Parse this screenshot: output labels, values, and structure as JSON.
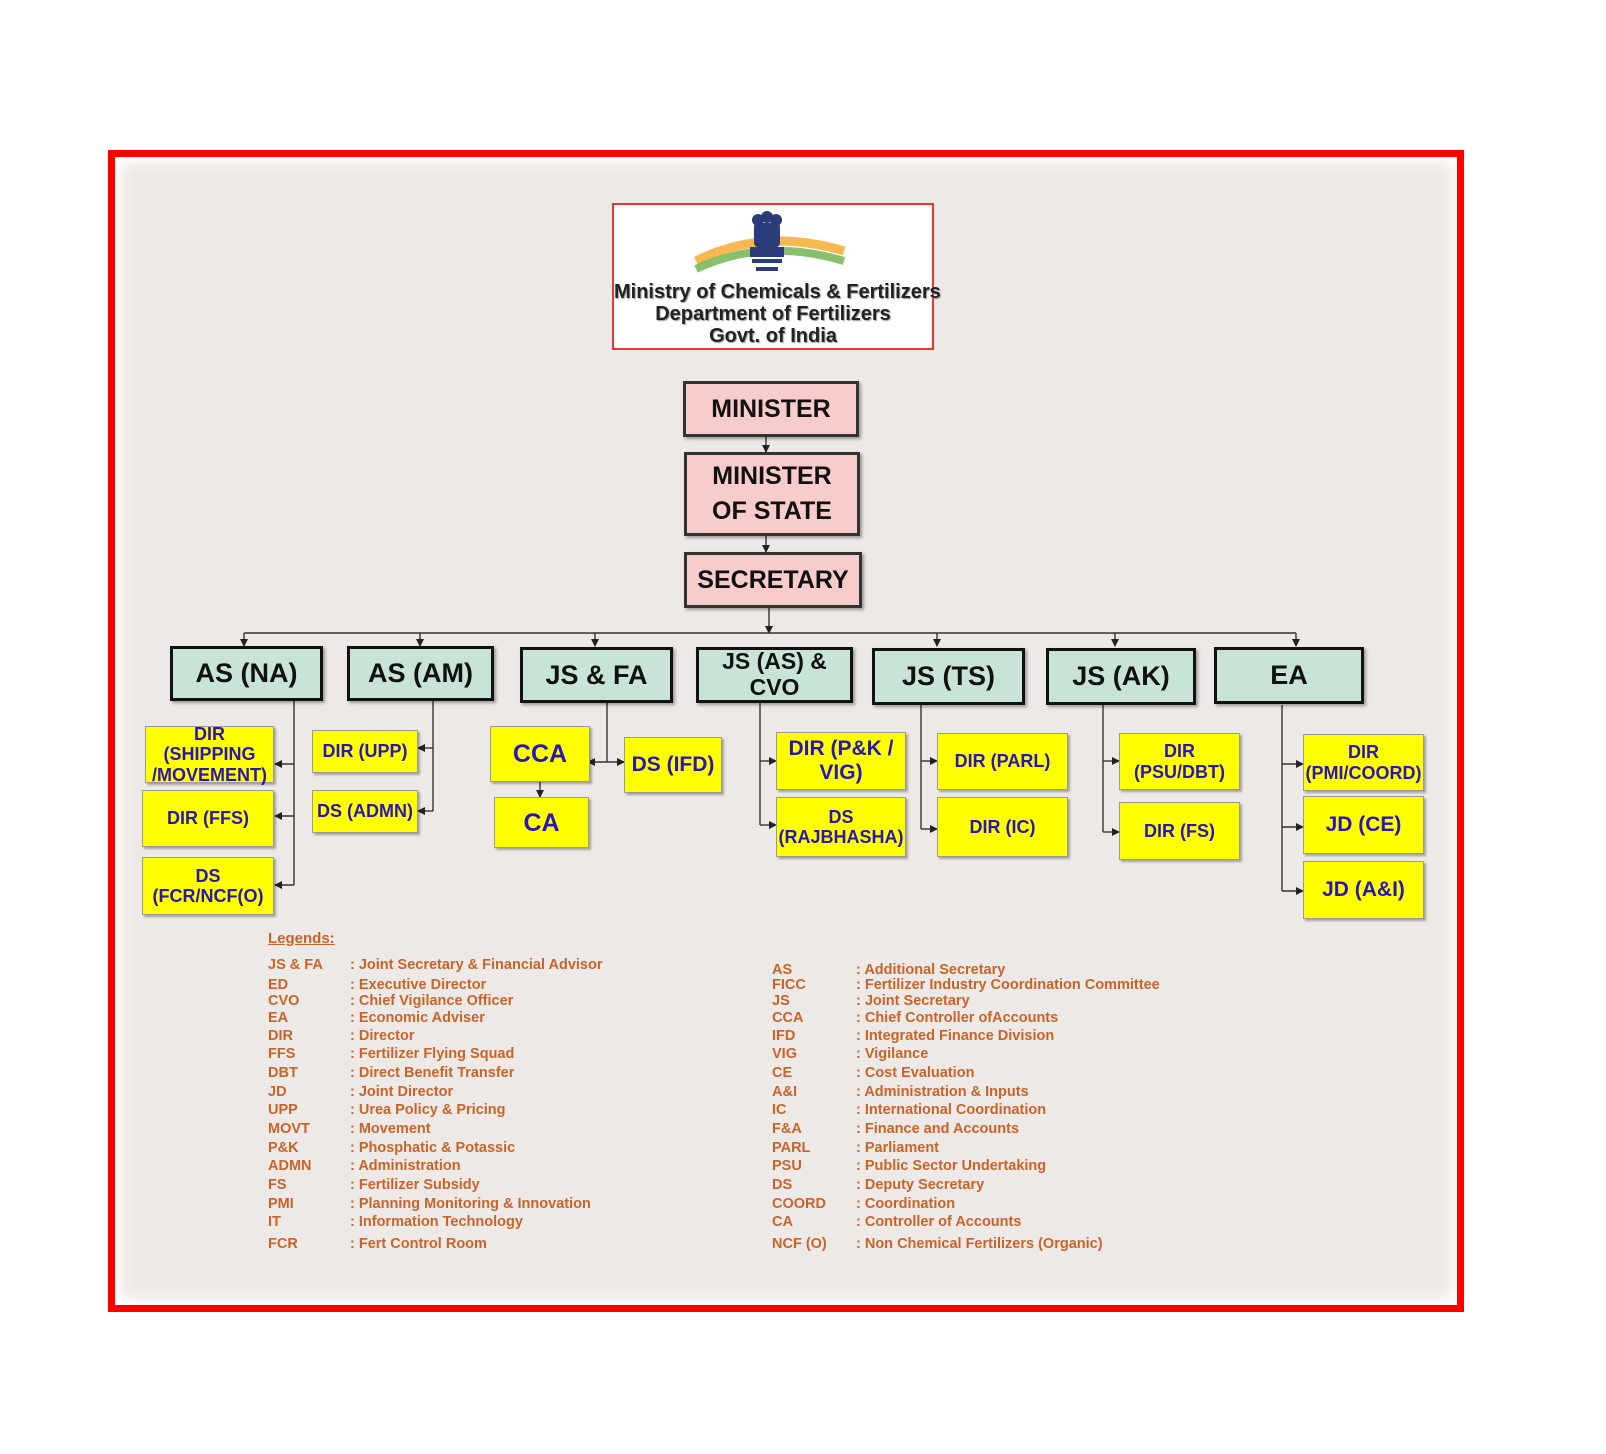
{
  "header": {
    "line1": "Ministry of Chemicals & Fertilizers",
    "line2": "Department of Fertilizers",
    "line3": "Govt. of India"
  },
  "top": {
    "minister": "MINISTER",
    "mos_line1": "MINISTER",
    "mos_line2": "OF STATE",
    "secretary": "SECRETARY"
  },
  "heads": [
    "AS (NA)",
    "AS (AM)",
    "JS & FA",
    "JS (AS) & CVO",
    "JS (TS)",
    "JS (AK)",
    "EA"
  ],
  "subs": {
    "as_na": [
      "DIR (SHIPPING /MOVEMENT)",
      "DIR (FFS)",
      "DS (FCR/NCF(O)"
    ],
    "as_am": [
      "DIR (UPP)",
      "DS (ADMN)"
    ],
    "js_fa": [
      "CCA",
      "CA",
      "DS (IFD)"
    ],
    "js_cvo": [
      "DIR (P&K / VIG)",
      "DS (RAJBHASHA)"
    ],
    "js_ts": [
      "DIR (PARL)",
      "DIR (IC)"
    ],
    "js_ak": [
      "DIR (PSU/DBT)",
      "DIR (FS)"
    ],
    "ea": [
      "DIR (PMI/COORD)",
      "JD (CE)",
      "JD (A&I)"
    ]
  },
  "legend": {
    "title": "Legends:",
    "left": [
      {
        "abbr": "JS & FA",
        "desc": ": Joint Secretary & Financial Advisor"
      },
      {
        "abbr": "ED",
        "desc": ": Executive Director"
      },
      {
        "abbr": "CVO",
        "desc": ": Chief Vigilance Officer"
      },
      {
        "abbr": "EA",
        "desc": ": Economic Adviser"
      },
      {
        "abbr": "DIR",
        "desc": ": Director"
      },
      {
        "abbr": "FFS",
        "desc": ": Fertilizer Flying Squad"
      },
      {
        "abbr": "DBT",
        "desc": ": Direct Benefit Transfer"
      },
      {
        "abbr": "JD",
        "desc": ": Joint Director"
      },
      {
        "abbr": "UPP",
        "desc": ": Urea Policy & Pricing"
      },
      {
        "abbr": "MOVT",
        "desc": ": Movement"
      },
      {
        "abbr": "P&K",
        "desc": ": Phosphatic & Potassic"
      },
      {
        "abbr": "ADMN",
        "desc": ": Administration"
      },
      {
        "abbr": "FS",
        "desc": ": Fertilizer Subsidy"
      },
      {
        "abbr": "PMI",
        "desc": ": Planning Monitoring & Innovation"
      },
      {
        "abbr": "IT",
        "desc": ": Information Technology"
      },
      {
        "abbr": "FCR",
        "desc": ": Fert Control Room"
      }
    ],
    "right": [
      {
        "abbr": "AS",
        "desc": ": Additional Secretary"
      },
      {
        "abbr": "FICC",
        "desc": ": Fertilizer Industry Coordination Committee"
      },
      {
        "abbr": "JS",
        "desc": ": Joint Secretary"
      },
      {
        "abbr": "CCA",
        "desc": ": Chief Controller ofAccounts"
      },
      {
        "abbr": "IFD",
        "desc": ": Integrated Finance Division"
      },
      {
        "abbr": "VIG",
        "desc": ": Vigilance"
      },
      {
        "abbr": "CE",
        "desc": ": Cost Evaluation"
      },
      {
        "abbr": "A&I",
        "desc": ": Administration & Inputs"
      },
      {
        "abbr": "IC",
        "desc": ": International Coordination"
      },
      {
        "abbr": "F&A",
        "desc": ": Finance and Accounts"
      },
      {
        "abbr": "PARL",
        "desc": ": Parliament"
      },
      {
        "abbr": "PSU",
        "desc": ": Public Sector Undertaking"
      },
      {
        "abbr": "DS",
        "desc": ": Deputy Secretary"
      },
      {
        "abbr": "COORD",
        "desc": ": Coordination"
      },
      {
        "abbr": "CA",
        "desc": ": Controller of Accounts"
      },
      {
        "abbr": "NCF (O)",
        "desc": ": Non Chemical Fertilizers (Organic)"
      }
    ]
  }
}
